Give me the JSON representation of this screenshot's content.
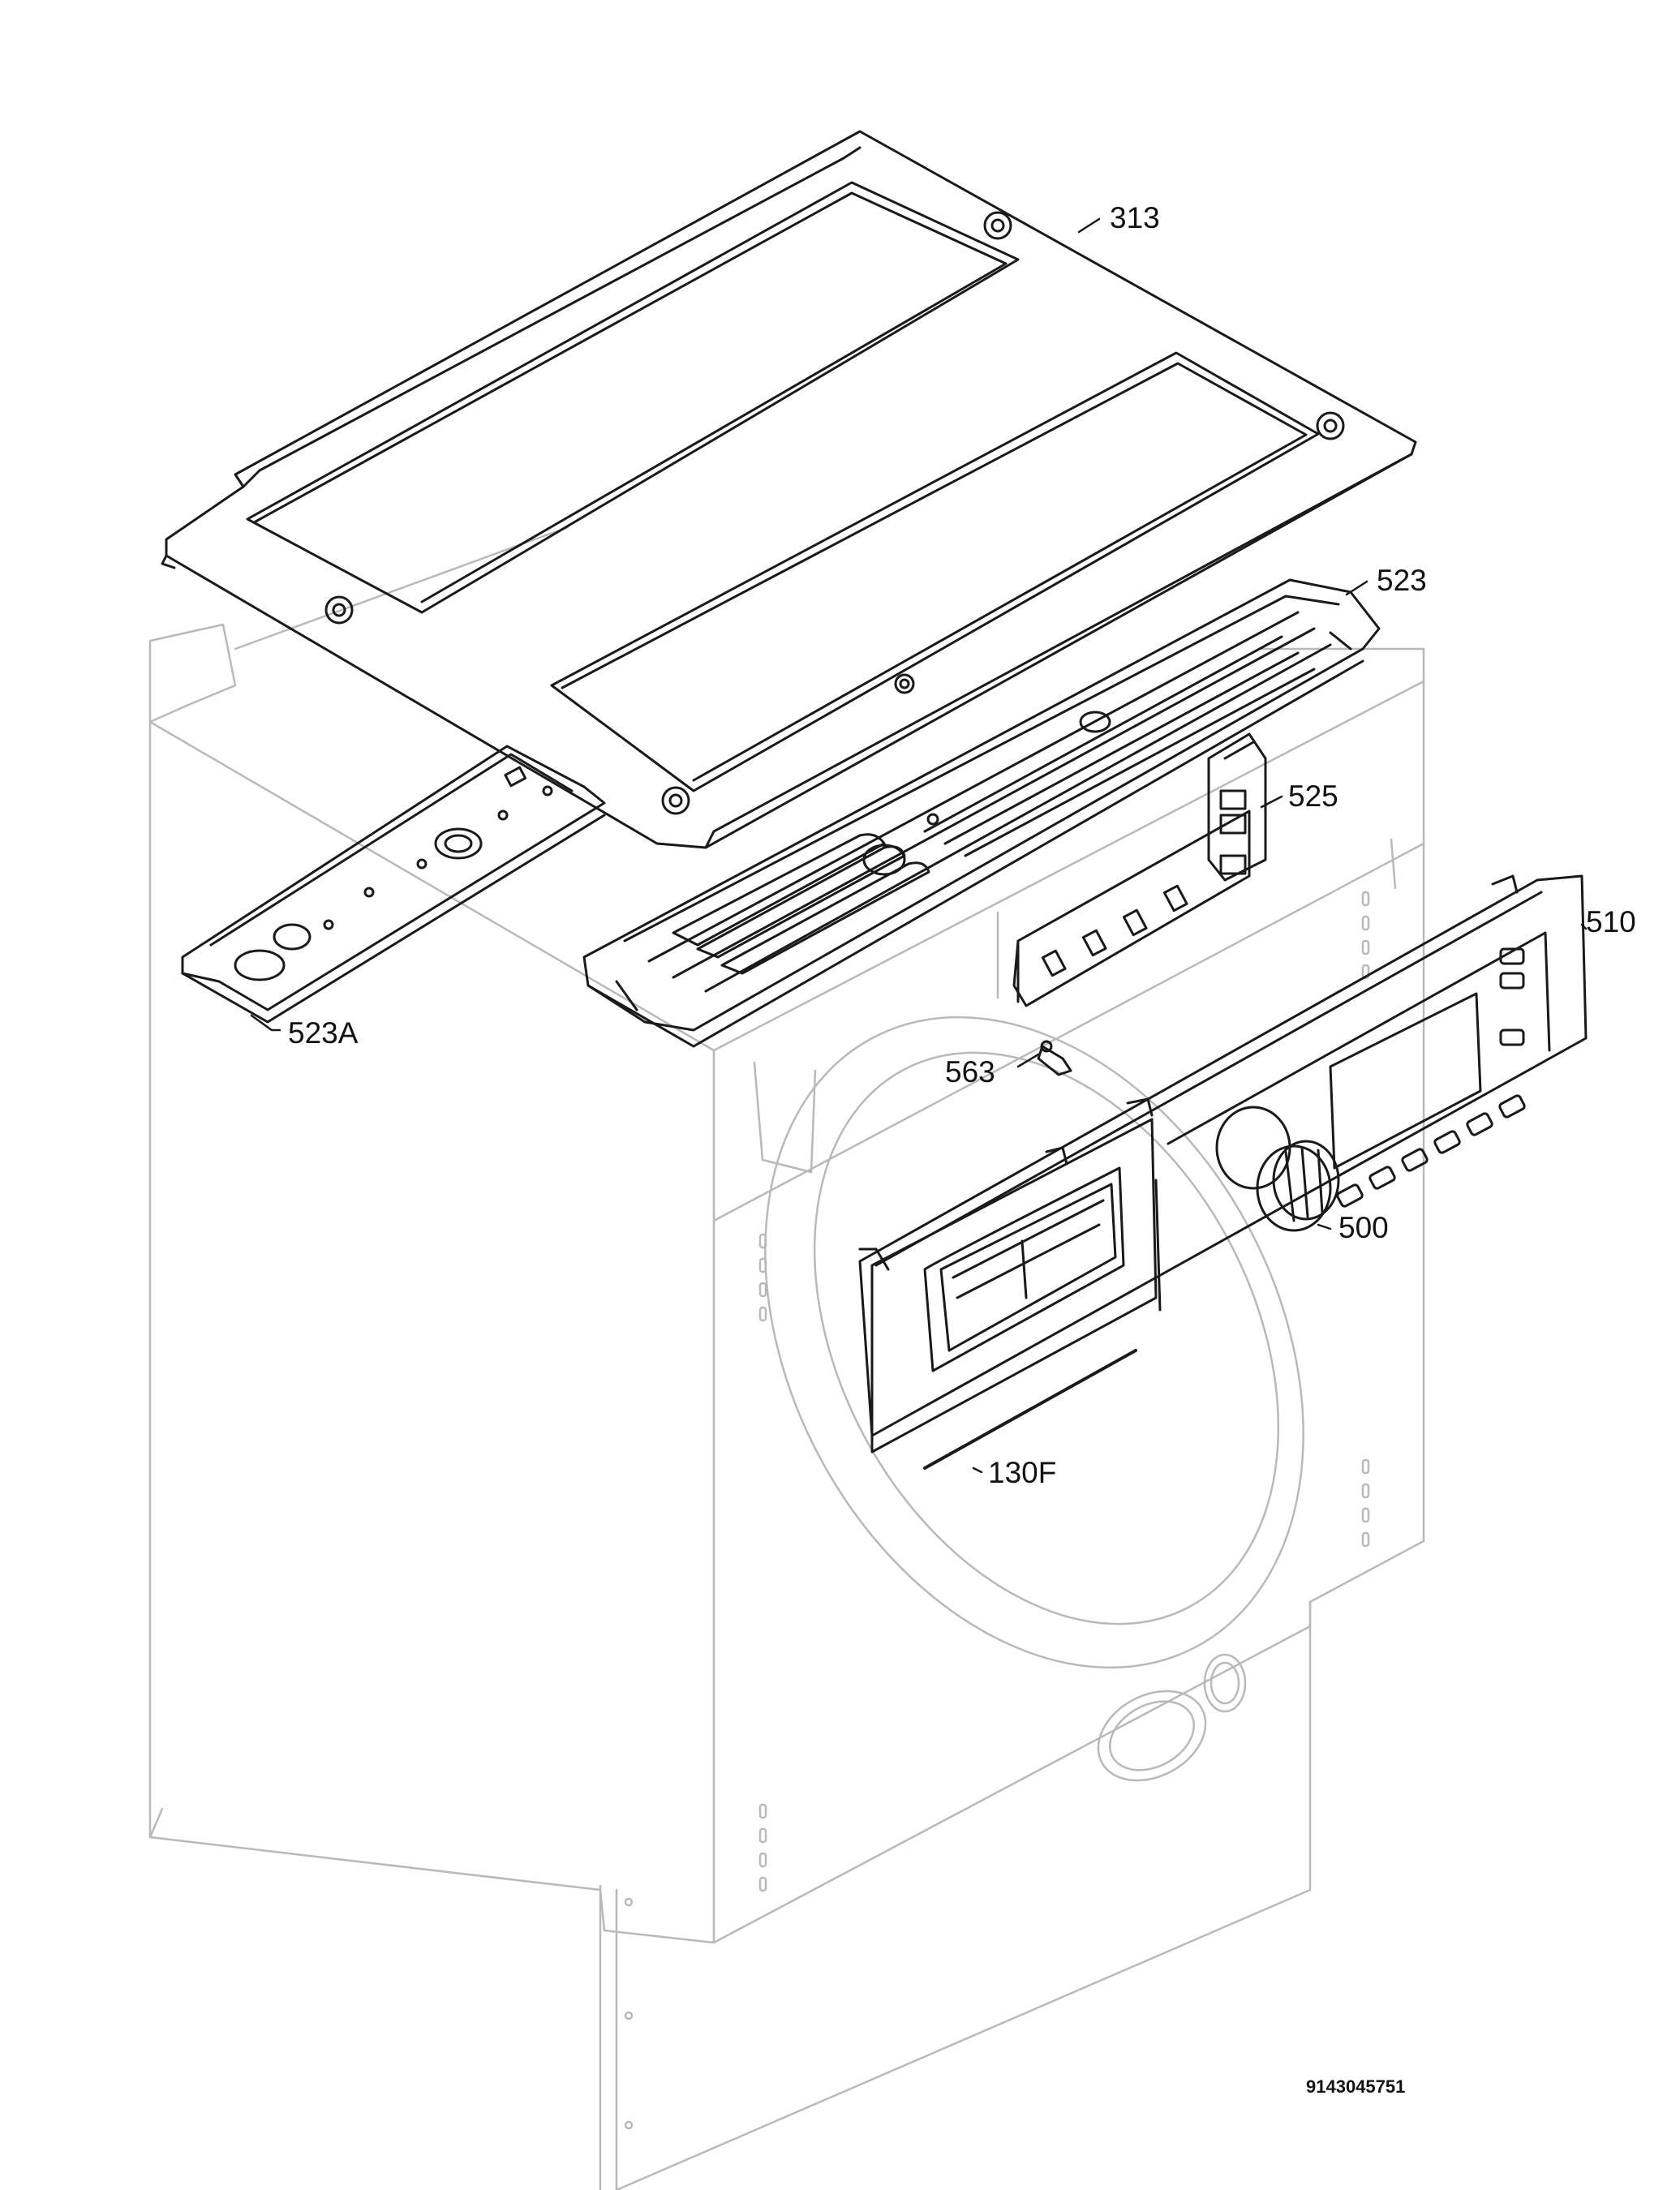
{
  "callouts": {
    "top_cover": "313",
    "rail_right": "523",
    "control_block": "525",
    "rail_left": "523A",
    "panel": "510",
    "led_pin": "563",
    "knob": "500",
    "light_guide": "130F"
  },
  "document_number": "9143045751",
  "colors": {
    "outline_main": "#1a1a1a",
    "outline_faint": "#b9b9b9",
    "background": "#ffffff"
  }
}
